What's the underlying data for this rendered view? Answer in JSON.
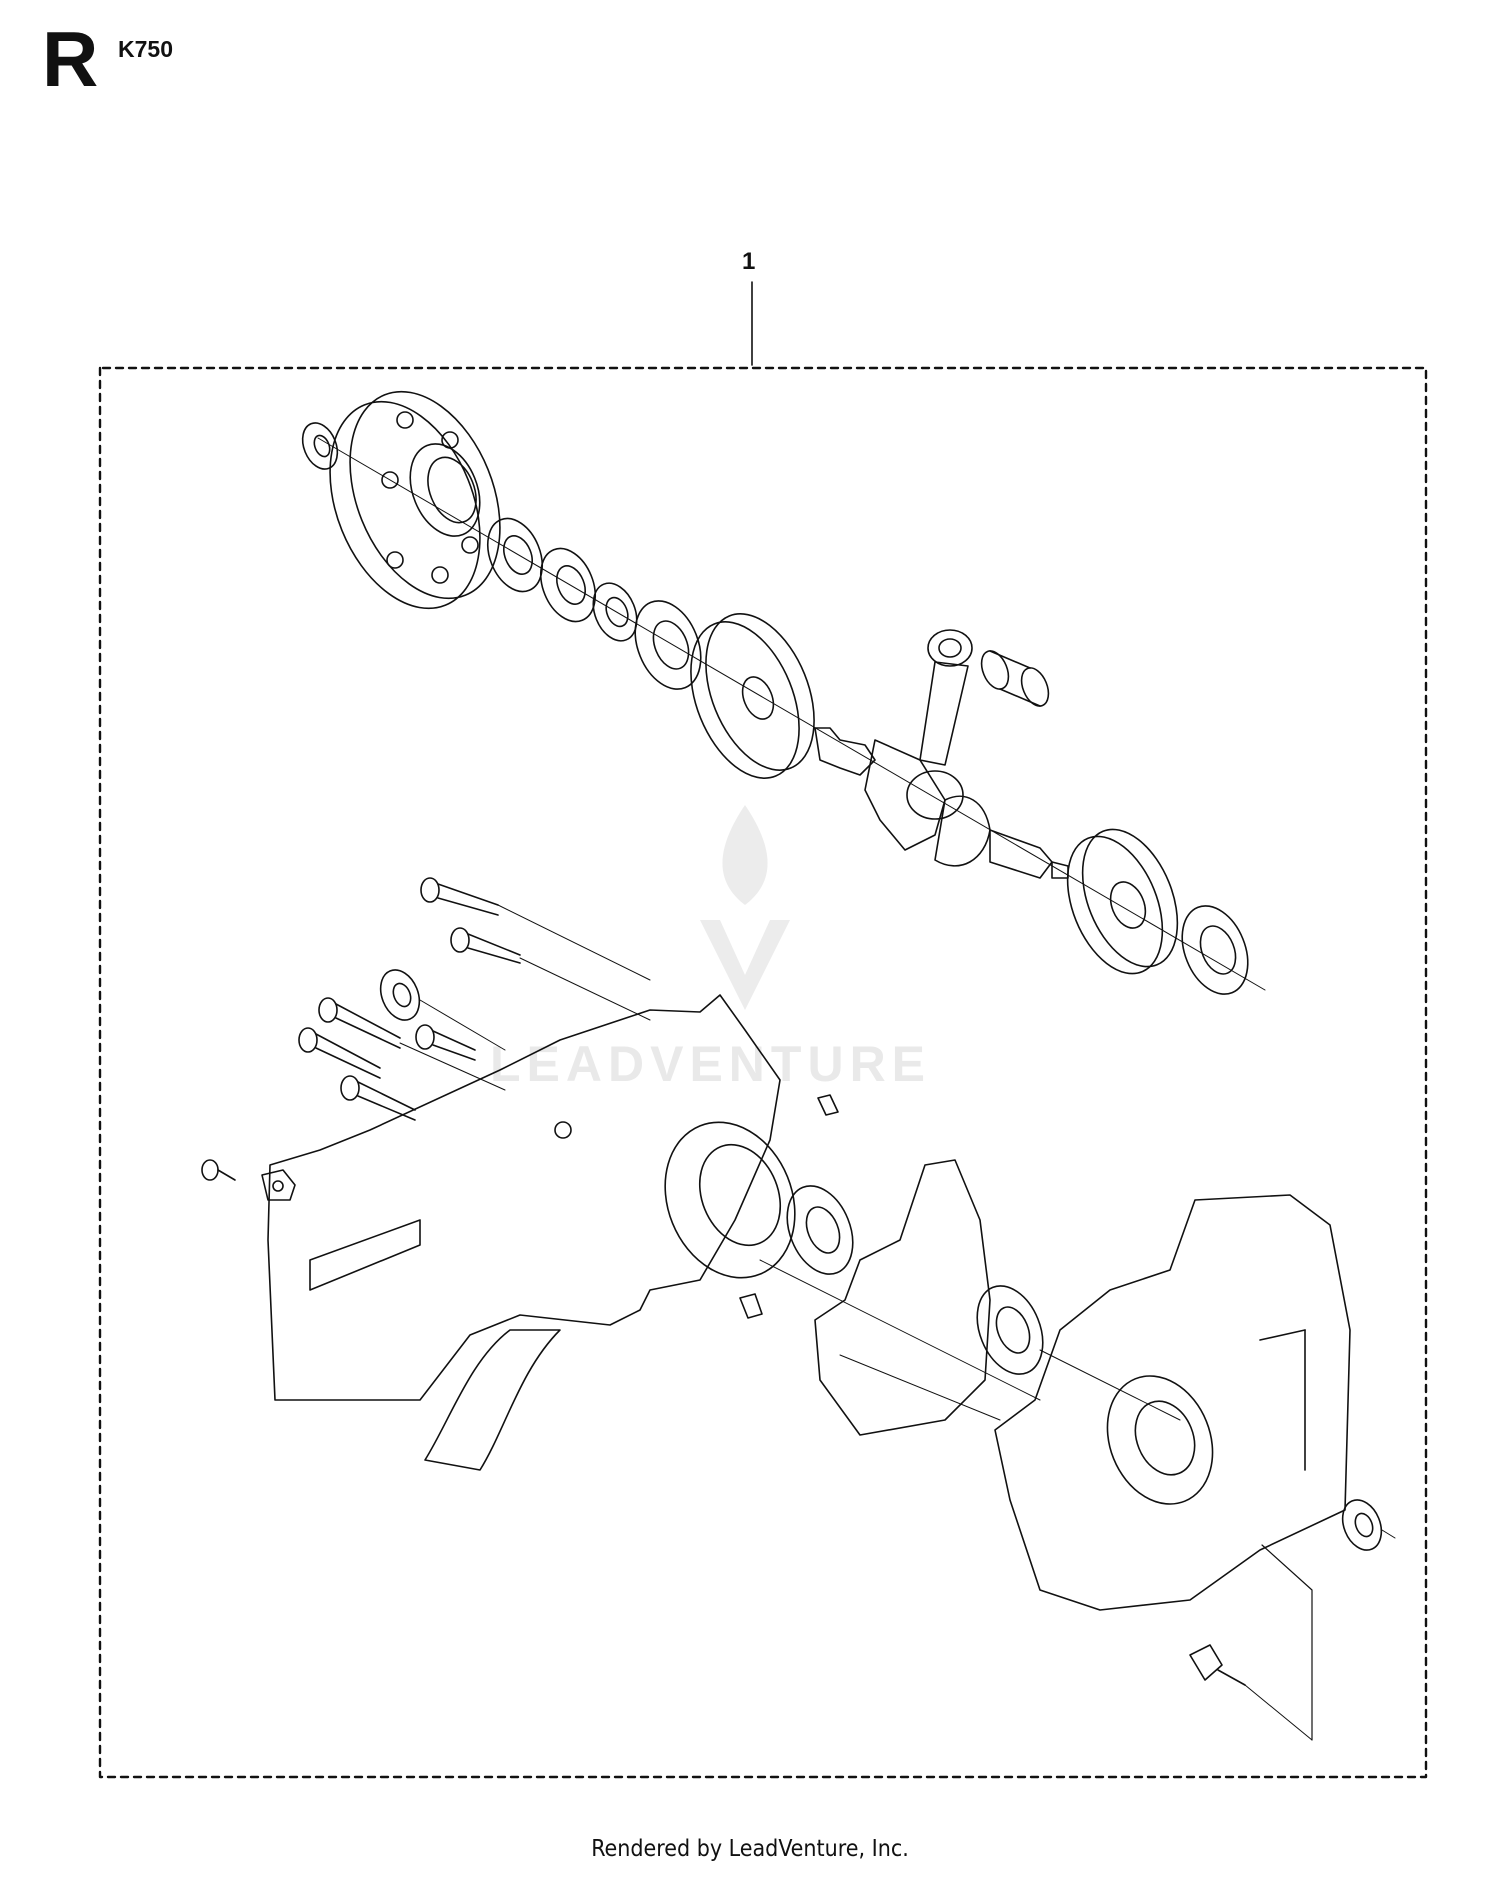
{
  "header": {
    "section_letter": "R",
    "model": "K750"
  },
  "callouts": [
    {
      "number": "1"
    }
  ],
  "watermark": {
    "text": "LEADVENTURE"
  },
  "footer": {
    "text": "Rendered by LeadVenture, Inc."
  },
  "colors": {
    "line": "#111111",
    "watermark": "#e6e6e6"
  }
}
